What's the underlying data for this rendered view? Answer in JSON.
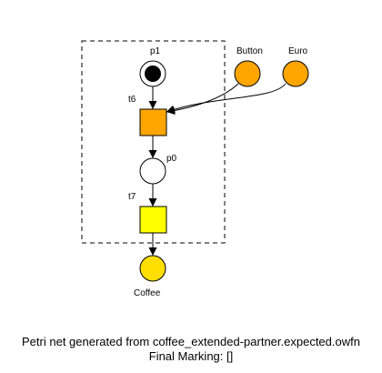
{
  "places": {
    "p1": {
      "label": "p1",
      "fill": "#ffffff",
      "token": true
    },
    "button": {
      "label": "Button",
      "fill": "#ffa500"
    },
    "euro": {
      "label": "Euro",
      "fill": "#ffa500"
    },
    "p0": {
      "label": "p0",
      "fill": "#ffffff"
    },
    "coffee": {
      "label": "Coffee",
      "fill": "#ffde00"
    }
  },
  "transitions": {
    "t6": {
      "label": "t6",
      "fill": "#ffa500"
    },
    "t7": {
      "label": "t7",
      "fill": "#ffff00"
    }
  },
  "caption": {
    "line1": "Petri net generated from coffee_extended-partner.expected.owfn",
    "line2": "Final Marking: []"
  }
}
